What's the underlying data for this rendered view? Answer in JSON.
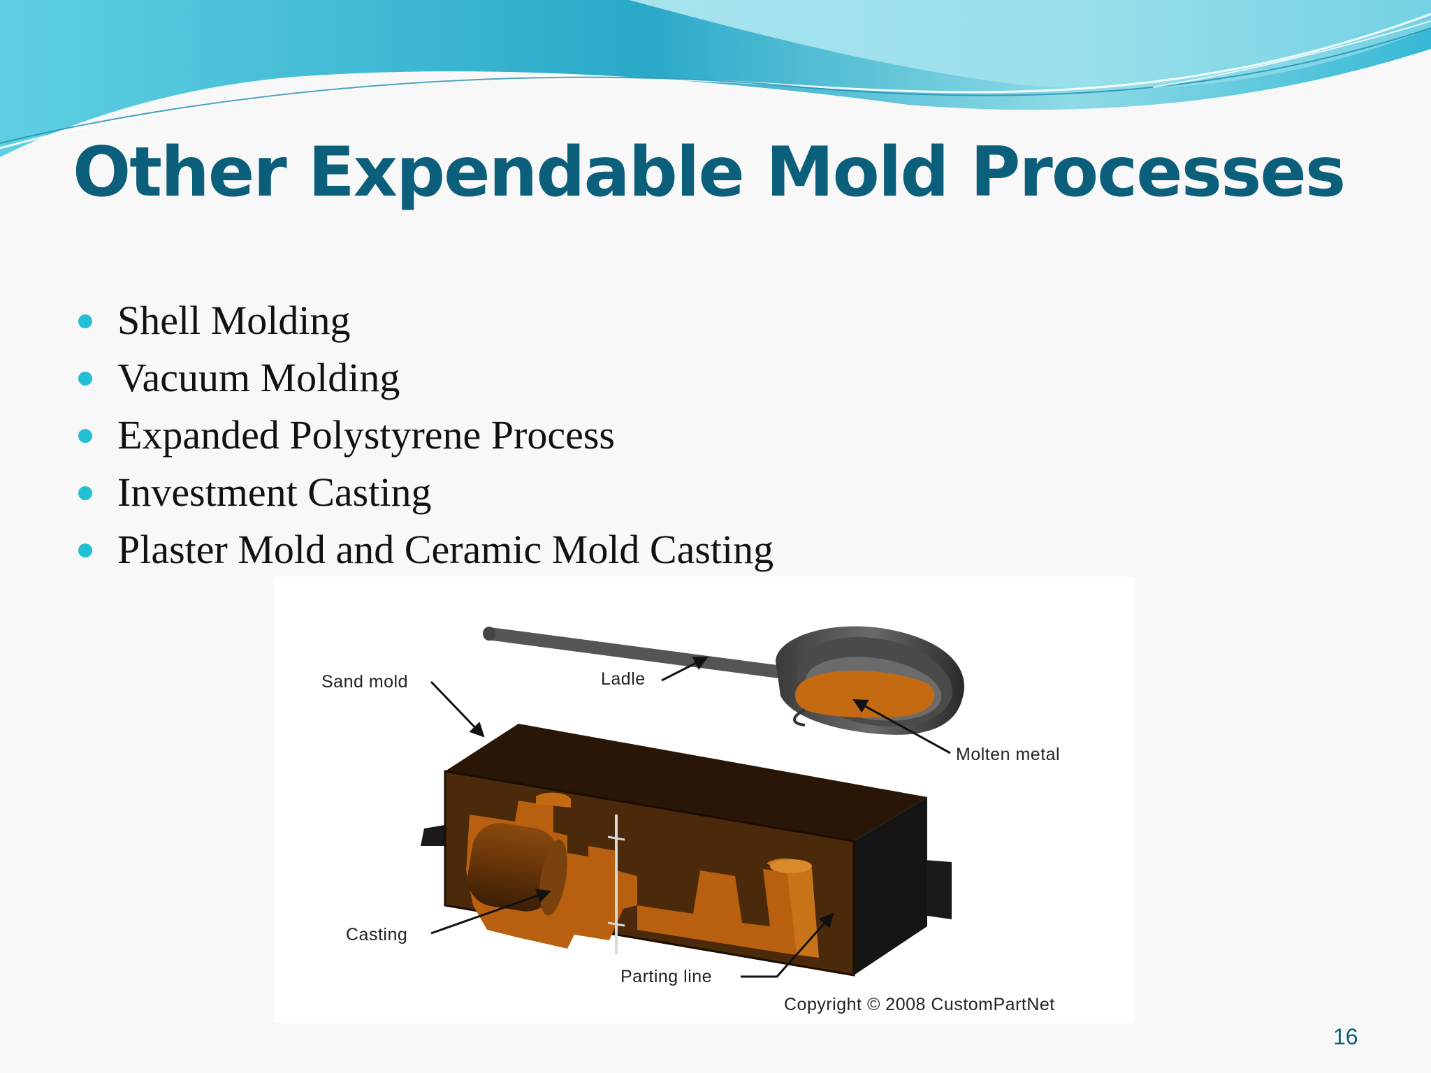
{
  "slide": {
    "title": "Other Expendable Mold Processes",
    "bullets": [
      "Shell Molding",
      "Vacuum Molding",
      "Expanded Polystyrene Process",
      "Investment Casting",
      "Plaster Mold and Ceramic Mold Casting"
    ],
    "page_number": "16"
  },
  "figure": {
    "labels": {
      "sand_mold": "Sand mold",
      "ladle": "Ladle",
      "molten_metal": "Molten metal",
      "casting": "Casting",
      "parting_line": "Parting line",
      "copyright": "Copyright © 2008 CustomPartNet"
    }
  },
  "colors": {
    "title": "#0b5f7a",
    "bullet": "#23bfd2",
    "wave_light": "#a8e3ea",
    "wave_dark": "#1aa3c8",
    "mold_dark": "#3a2208",
    "metal_orange": "#c46a12"
  }
}
